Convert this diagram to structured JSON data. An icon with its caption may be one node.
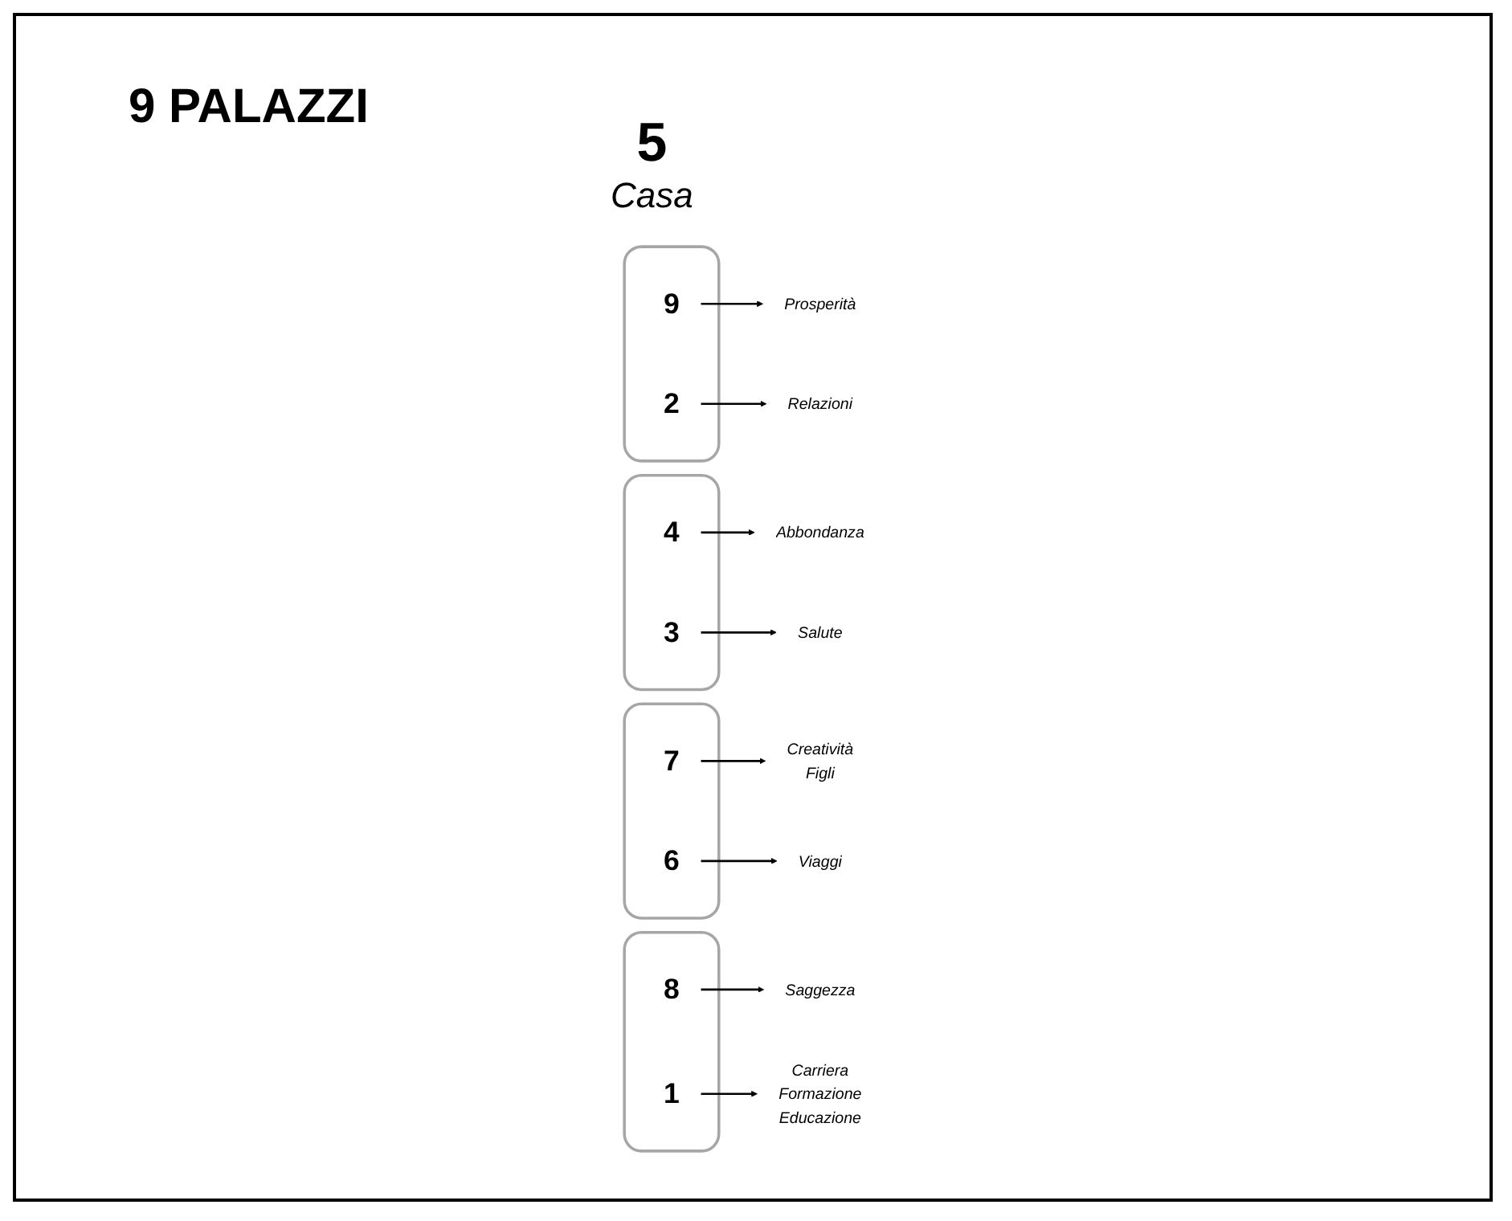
{
  "diagram": {
    "title": "9 PALAZZI",
    "nodes": [
      {
        "text": [],
        "shape": "box"
      },
      {
        "text": [
          "9"
        ],
        "in": 0
      },
      {
        "text": [
          "2"
        ],
        "in": 0
      },
      {
        "text": [
          "Prosperità"
        ]
      },
      {
        "text": [
          "Relazioni"
        ]
      },
      {
        "text": [],
        "shape": "box"
      },
      {
        "text": [
          "4"
        ],
        "in": 5
      },
      {
        "text": [
          "3"
        ],
        "in": 5
      },
      {
        "text": [
          "Abbondanza"
        ]
      },
      {
        "text": [
          "Salute"
        ]
      },
      {
        "text": [],
        "shape": "box"
      },
      {
        "text": [
          "7"
        ],
        "in": 10
      },
      {
        "text": [
          "6"
        ],
        "in": 10
      },
      {
        "text": [
          "Creatività",
          "Figli"
        ]
      },
      {
        "text": [
          "Viaggi"
        ]
      },
      {
        "text": [],
        "shape": "box"
      },
      {
        "text": [
          "8"
        ],
        "in": 15
      },
      {
        "text": [
          "1"
        ],
        "in": 15
      },
      {
        "text": [
          "Saggezza"
        ]
      },
      {
        "text": [
          "Carriera",
          "Formazione",
          "Educazione"
        ]
      }
    ],
    "edges": [
      {
        "from": 1,
        "to": 3,
        "arrow": "to"
      },
      {
        "from": 2,
        "to": 4,
        "arrow": "to"
      },
      {
        "from": 6,
        "to": 8,
        "arrow": "to"
      },
      {
        "from": 7,
        "to": 9,
        "arrow": "to"
      },
      {
        "from": 11,
        "to": 13,
        "arrow": "to"
      },
      {
        "from": 12,
        "to": 14,
        "arrow": "to"
      },
      {
        "from": 16,
        "to": 18,
        "arrow": "to"
      },
      {
        "from": 17,
        "to": 19,
        "arrow": "to"
      }
    ],
    "labels": [
      "5",
      "Casa"
    ]
  }
}
